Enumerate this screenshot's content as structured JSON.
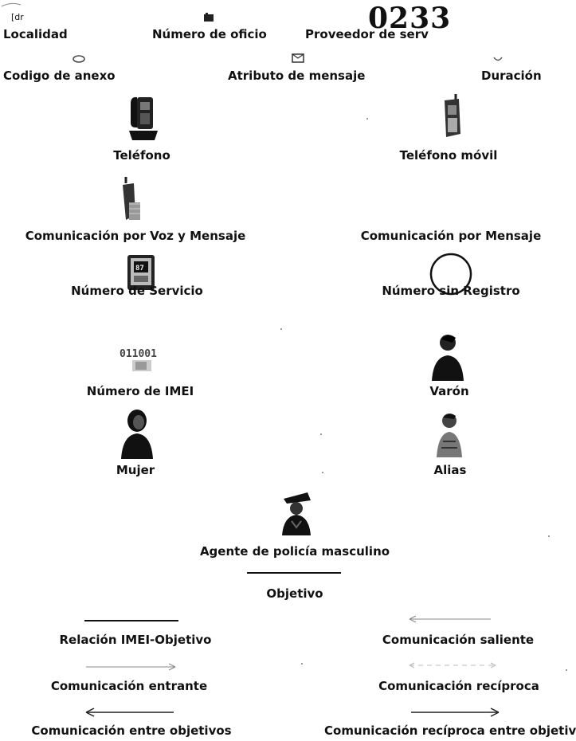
{
  "header": {
    "page_number": "0233",
    "top_small_mark": "[dr",
    "locality": "Localidad",
    "office_number": "Número de oficio",
    "provider": "Proveedor de serv"
  },
  "row2": {
    "annex_code": "Codigo de anexo",
    "message_attribute": "Atributo de mensaje",
    "duration": "Duración"
  },
  "legend": {
    "telephone": "Teléfono",
    "mobile_phone": "Teléfono móvil",
    "voice_and_message": "Comunicación por Voz y Mensaje",
    "message_communication": "Comunicación por Mensaje",
    "service_number": "Número de Servicio",
    "unregistered_number": "Número sin Registro",
    "imei_number": "Número de IMEI",
    "imei_icon_text": "011001",
    "male": "Varón",
    "female": "Mujer",
    "alias": "Alias",
    "male_police_agent": "Agente de policía masculino",
    "target": "Objetivo"
  },
  "lines": {
    "imei_target_relation": "Relación IMEI-Objetivo",
    "outgoing": "Comunicación saliente",
    "incoming": "Comunicación entrante",
    "reciprocal": "Comunicación recíproca",
    "between_targets": "Comunicación entre objetivos",
    "reciprocal_between_targets": "Comunicación recíproca entre objetiv"
  },
  "icons": [
    "locality-icon",
    "office-number-icon",
    "annex-code-icon",
    "message-attribute-icon",
    "duration-icon",
    "telephone-icon",
    "mobile-phone-icon",
    "voice-message-icon",
    "service-number-icon",
    "unregistered-number-icon",
    "imei-icon",
    "male-icon",
    "female-icon",
    "alias-icon",
    "police-agent-icon"
  ]
}
